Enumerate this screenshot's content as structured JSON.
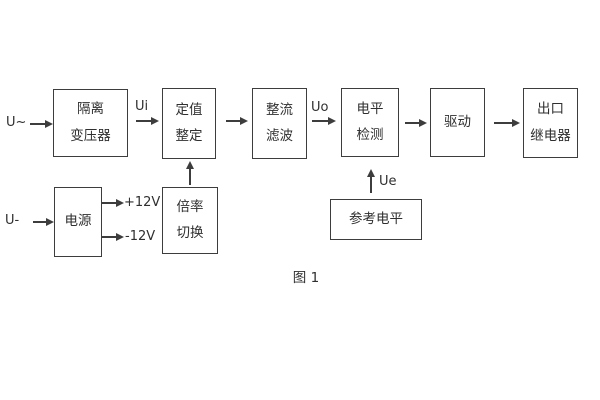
{
  "diagram": {
    "caption": "图 1",
    "colors": {
      "line": "#3d3d3d",
      "text": "#2f2f2f",
      "background": "#ffffff"
    },
    "inputs": {
      "ac": "U~",
      "dc": "U-"
    },
    "signals": {
      "ui": "Ui",
      "uo": "Uo",
      "ue": "Ue",
      "plus12v": "+12V",
      "minus12v": "-12V"
    },
    "blocks": {
      "isolation_transformer": {
        "line1": "隔离",
        "line2": "变压器"
      },
      "setpoint": {
        "line1": "定值",
        "line2": "整定"
      },
      "rectify_filter": {
        "line1": "整流",
        "line2": "滤波"
      },
      "level_detect": {
        "line1": "电平",
        "line2": "检测"
      },
      "drive": {
        "line1": "驱动"
      },
      "output_relay": {
        "line1": "出口",
        "line2": "继电器"
      },
      "power": {
        "line1": "电源"
      },
      "ratio_switch": {
        "line1": "倍率",
        "line2": "切换"
      },
      "reference_level": {
        "line1": "参考电平"
      }
    }
  }
}
